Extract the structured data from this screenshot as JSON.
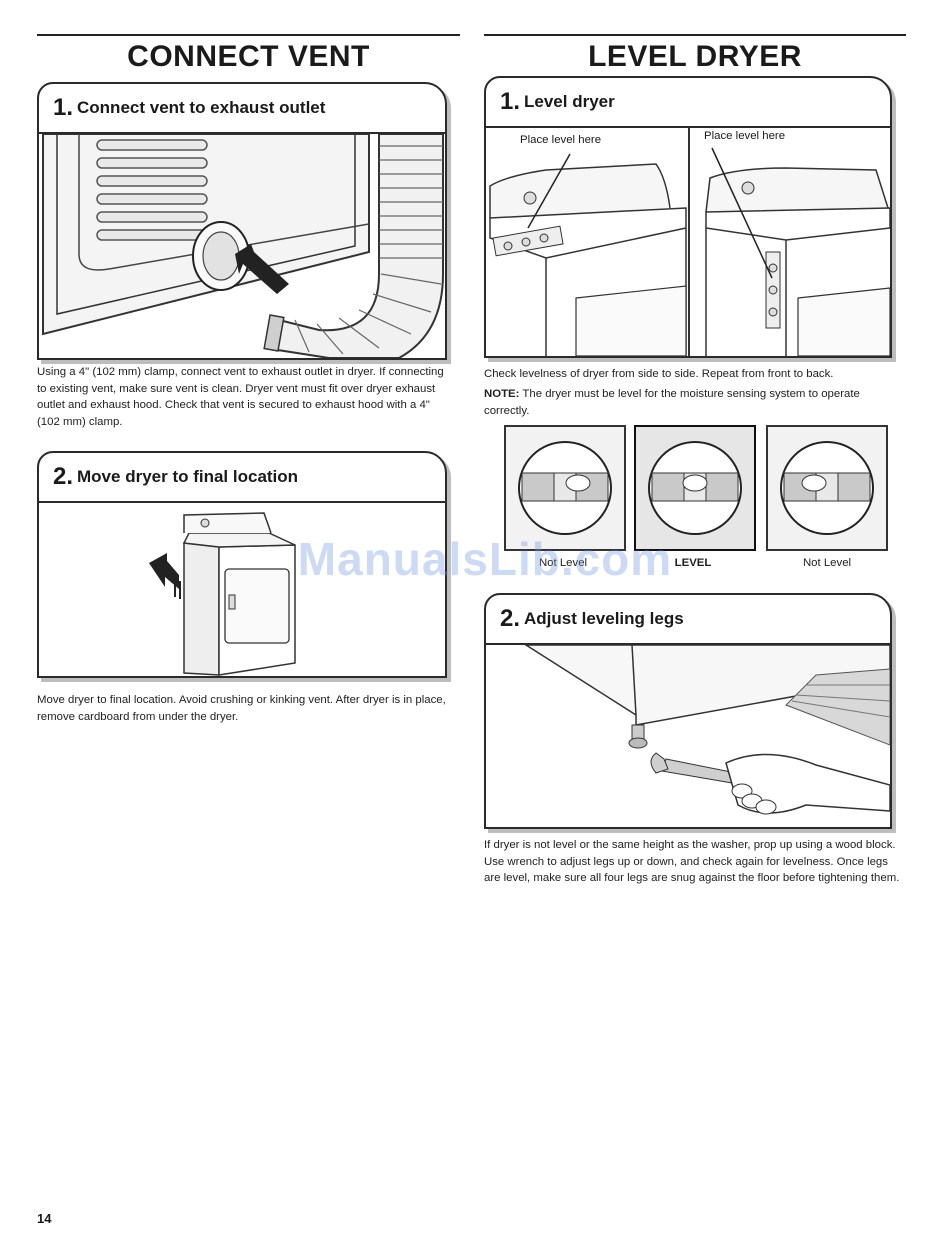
{
  "left_section": {
    "title": "CONNECT VENT",
    "step1": {
      "number": "1.",
      "title": "Connect vent to exhaust outlet",
      "text": "Using a 4\" (102 mm) clamp, connect vent to exhaust outlet in dryer. If connecting to existing vent, make sure vent is clean. Dryer vent must fit over dryer exhaust outlet and exhaust hood. Check that vent is secured to exhaust hood with a 4\" (102 mm) clamp."
    },
    "step2": {
      "number": "2.",
      "title": "Move dryer to final location",
      "text": "Move dryer to final location. Avoid crushing or kinking vent. After dryer is in place, remove cardboard from under the dryer."
    }
  },
  "right_section": {
    "title": "LEVEL DRYER",
    "step1": {
      "number": "1.",
      "title": "Level dryer",
      "callout_left": "Place level here",
      "callout_right": "Place level here",
      "text": "Check levelness of dryer from side to side. Repeat from front to back.",
      "note_label": "NOTE:",
      "note_text": "The dryer must be level for the moisture sensing system to operate correctly.",
      "levels": [
        {
          "caption": "Not Level",
          "state": "tilt-left"
        },
        {
          "caption": "LEVEL",
          "state": "level"
        },
        {
          "caption": "Not Level",
          "state": "tilt-right"
        }
      ]
    },
    "step2": {
      "number": "2.",
      "title": "Adjust leveling legs",
      "text": "If dryer is not level or the same height as the washer, prop up using a wood block. Use wrench to adjust legs up or down, and check again for levelness. Once legs are level, make sure all four legs are snug against the floor before tightening them."
    }
  },
  "watermark": "ManualsLib.com",
  "page_number": "14"
}
